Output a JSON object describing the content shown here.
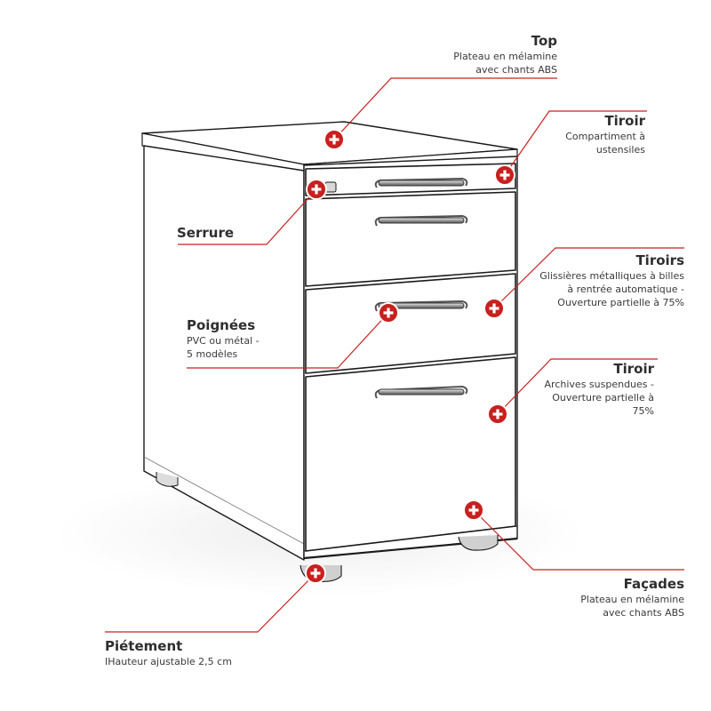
{
  "accent_color": "#c8201e",
  "hotspots": [
    {
      "id": "top",
      "title": "Top",
      "description": "Plateau en mélamine\navec chants ABS"
    },
    {
      "id": "tiroir-ustensiles",
      "title": "Tiroir",
      "description": "Compartiment à\nustensiles"
    },
    {
      "id": "serrure",
      "title": "Serrure",
      "description": ""
    },
    {
      "id": "tiroirs",
      "title": "Tiroirs",
      "description": "Glissières métalliques à billes\nà rentrée automatique -\nOuverture partielle à 75%"
    },
    {
      "id": "poignees",
      "title": "Poignées",
      "description": "PVC ou métal -\n5 modèles"
    },
    {
      "id": "tiroir-archives",
      "title": "Tiroir",
      "description": "Archives suspendues -\nOuverture partielle à\n75%"
    },
    {
      "id": "facades",
      "title": "Façades",
      "description": "Plateau en mélamine\navec chants ABS"
    },
    {
      "id": "pietement",
      "title": "Piétement",
      "description": "IHauteur ajustable 2,5 cm"
    }
  ],
  "marker_icon": "plus-circle-icon"
}
